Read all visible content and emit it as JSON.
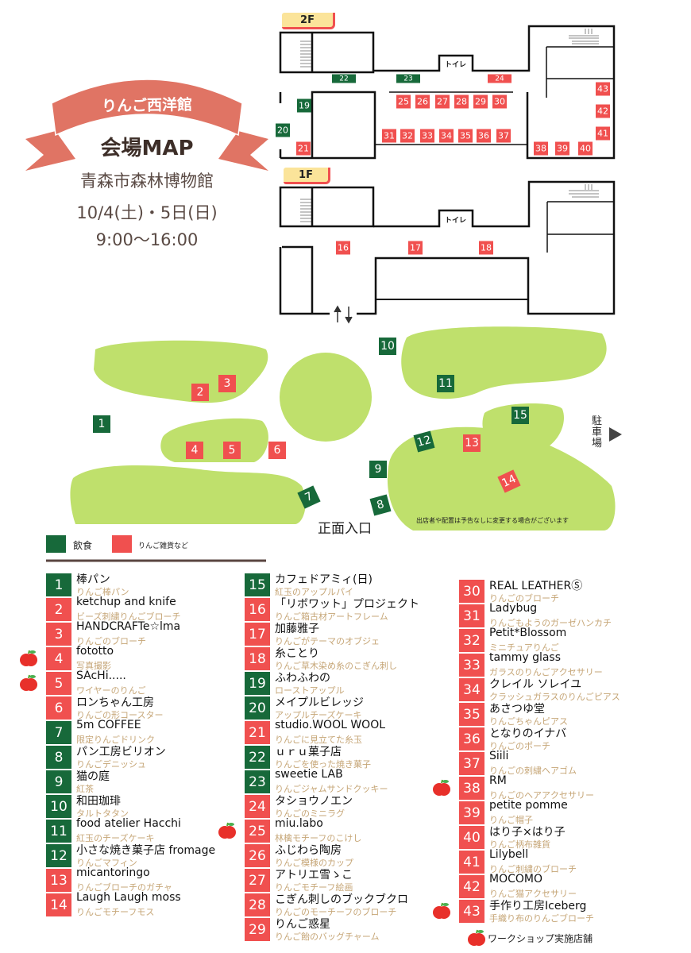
{
  "header": {
    "ribbon_title": "りんご西洋館",
    "map_title": "会場MAP",
    "venue": "青森市森林博物館",
    "dates": "10/4(土)・5日(日)",
    "hours": "9:00〜16:00"
  },
  "floors": {
    "f2_label": "2F",
    "f1_label": "1F",
    "toilet": "トイレ"
  },
  "park": {
    "parking": "駐車場",
    "entrance": "正面入口",
    "notice": "出店者や配置は予告なしに変更する場合がございます"
  },
  "legend": {
    "food": "飲食",
    "goods": "りんご雑貨など",
    "workshop": "ワークショップ実施店舗"
  },
  "colors": {
    "food": "#17693a",
    "goods": "#f0504f",
    "lawn": "#bfe06c",
    "ribbon": "#e07464",
    "sub_text": "#c6a677"
  },
  "booths": [
    {
      "num": "1",
      "name": "棒パン",
      "sub": "りんご棒パン",
      "type": "food"
    },
    {
      "num": "2",
      "name": "ketchup and knife",
      "sub": "ビーズ刺繍りんごブローチ",
      "type": "goods"
    },
    {
      "num": "3",
      "name": "HANDCRAFTe☆lma",
      "sub": "りんごのブローチ",
      "type": "goods"
    },
    {
      "num": "4",
      "name": "fototto",
      "sub": "写真撮影",
      "type": "goods",
      "workshop": true
    },
    {
      "num": "5",
      "name": "SAcHi.....",
      "sub": "ワイヤーのりんご",
      "type": "goods",
      "workshop": true
    },
    {
      "num": "6",
      "name": "ロンちゃん工房",
      "sub": "りんごの形コースター",
      "type": "goods"
    },
    {
      "num": "7",
      "name": "5m COFFEE",
      "sub": "限定りんごドリンク",
      "type": "food"
    },
    {
      "num": "8",
      "name": "パン工房ビリオン",
      "sub": "りんごデニッシュ",
      "type": "food"
    },
    {
      "num": "9",
      "name": "猫の庭",
      "sub": "紅茶",
      "type": "food"
    },
    {
      "num": "10",
      "name": "和田珈琲",
      "sub": "タルトタタン",
      "type": "food"
    },
    {
      "num": "11",
      "name": "food atelier Hacchi",
      "sub": "紅玉のチーズケーキ",
      "type": "food"
    },
    {
      "num": "12",
      "name": "小さな焼き菓子店 fromage",
      "sub": "りんごマフィン",
      "type": "food"
    },
    {
      "num": "13",
      "name": "micantoringo",
      "sub": "りんごブローチのガチャ",
      "type": "goods"
    },
    {
      "num": "14",
      "name": "Laugh Laugh moss",
      "sub": "りんごモチーフモス",
      "type": "goods"
    },
    {
      "num": "15",
      "name": "カフェドアミィ(日)",
      "sub": "紅玉のアップルパイ",
      "type": "food"
    },
    {
      "num": "16",
      "name": "「リボワット」プロジェクト",
      "sub": "りんご箱古材アートフレーム",
      "type": "goods"
    },
    {
      "num": "17",
      "name": "加藤雅子",
      "sub": "りんごがテーマのオブジェ",
      "type": "goods"
    },
    {
      "num": "18",
      "name": "糸ことり",
      "sub": "りんご草木染め糸のこぎん刺し",
      "type": "goods"
    },
    {
      "num": "19",
      "name": "ふわふわの",
      "sub": "ローストアップル",
      "type": "food"
    },
    {
      "num": "20",
      "name": "メイプルビレッジ",
      "sub": "アップルチーズケーキ",
      "type": "food"
    },
    {
      "num": "21",
      "name": "studio.WOOL WOOL",
      "sub": "りんごに見立てた糸玉",
      "type": "goods"
    },
    {
      "num": "22",
      "name": "ｕｒｕ菓子店",
      "sub": "りんごを使った焼き菓子",
      "type": "food"
    },
    {
      "num": "23",
      "name": "sweetie LAB",
      "sub": "りんごジャムサンドクッキー",
      "type": "food"
    },
    {
      "num": "24",
      "name": "タショウノエン",
      "sub": "りんごのミニラグ",
      "type": "goods"
    },
    {
      "num": "25",
      "name": "miu.labo",
      "sub": "林檎モチーフのこけし",
      "type": "goods",
      "workshop": true
    },
    {
      "num": "26",
      "name": "ふじわら陶房",
      "sub": "りんご模様のカップ",
      "type": "goods"
    },
    {
      "num": "27",
      "name": "アトリエ雪ゝこ",
      "sub": "りんごモチーフ絵画",
      "type": "goods"
    },
    {
      "num": "28",
      "name": "こぎん刺しのブックブクロ",
      "sub": "りんごのモーチーフのブローチ",
      "type": "goods"
    },
    {
      "num": "29",
      "name": "りんご惑星",
      "sub": "りんご飴のバッグチャーム",
      "type": "goods"
    },
    {
      "num": "30",
      "name": "REAL LEATHERⓈ",
      "sub": "りんごのブローチ",
      "type": "goods"
    },
    {
      "num": "31",
      "name": "Ladybug",
      "sub": "りんごもようのガーゼハンカチ",
      "type": "goods"
    },
    {
      "num": "32",
      "name": "Petit*Blossom",
      "sub": "ミニチュアりんご",
      "type": "goods"
    },
    {
      "num": "33",
      "name": "tammy glass",
      "sub": "ガラスのりんごアクセサリー",
      "type": "goods"
    },
    {
      "num": "34",
      "name": "クレイル ソレイユ",
      "sub": "クラッシュガラスのりんごピアス",
      "type": "goods"
    },
    {
      "num": "35",
      "name": "あさつゆ堂",
      "sub": "りんごちゃんピアス",
      "type": "goods"
    },
    {
      "num": "36",
      "name": "となりのイナバ",
      "sub": "りんごのポーチ",
      "type": "goods"
    },
    {
      "num": "37",
      "name": "Siili",
      "sub": "りんごの刺繍ヘアゴム",
      "type": "goods"
    },
    {
      "num": "38",
      "name": "RM",
      "sub": "りんごのヘアアクセサリー",
      "type": "goods",
      "workshop": true
    },
    {
      "num": "39",
      "name": "petite pomme",
      "sub": "りんご帽子",
      "type": "goods"
    },
    {
      "num": "40",
      "name": "はり子×はり子",
      "sub": "りんご柄布雑貨",
      "type": "goods"
    },
    {
      "num": "41",
      "name": "Lilybell",
      "sub": "りんご刺繍のブローチ",
      "type": "goods"
    },
    {
      "num": "42",
      "name": "MOCOMO",
      "sub": "りんご猫アクセサリー",
      "type": "goods"
    },
    {
      "num": "43",
      "name": "手作り工房Iceberg",
      "sub": "手織り布のりんごブローチ",
      "type": "goods",
      "workshop": true
    }
  ]
}
